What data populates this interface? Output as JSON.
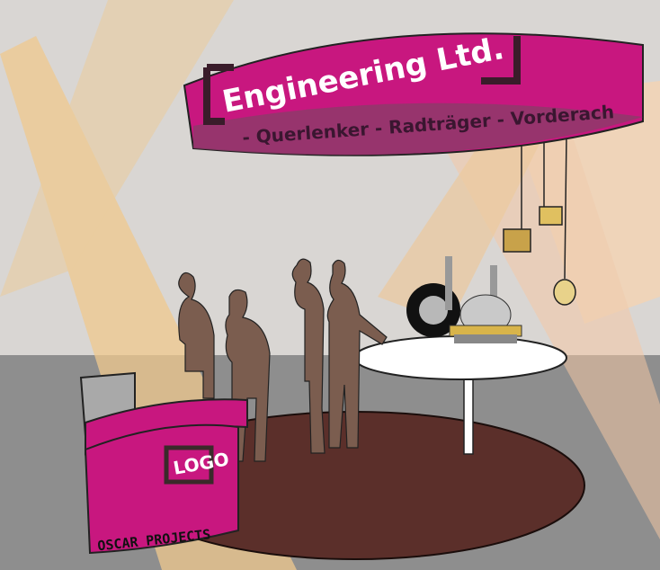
{
  "banner": {
    "title": "Engineering Ltd.",
    "subtitle": "- Querlenker - Radträger - Vorderach"
  },
  "desk": {
    "logo_label": "LOGO",
    "signature": "OSCAR PROJECTS"
  },
  "colors": {
    "wall": "#d9d6d3",
    "floor": "#8e8e8e",
    "brand_magenta": "#c8177f",
    "platform": "#5b2f2a",
    "figures": "#7b5d4f",
    "light_beam": "#efc98e"
  }
}
